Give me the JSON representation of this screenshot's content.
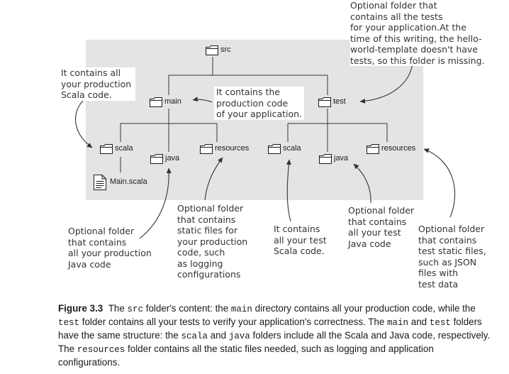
{
  "folders": {
    "src": "src",
    "main": "main",
    "test": "test",
    "main_scala": "scala",
    "main_java": "java",
    "main_resources": "resources",
    "test_scala": "scala",
    "test_java": "java",
    "test_resources": "resources"
  },
  "files": {
    "main_scala_file": "Main.scala"
  },
  "notes": {
    "top_right": [
      "Optional folder that",
      "contains all the tests",
      "for your application.At the",
      "time of this writing, the hello-",
      "world-template doesn't have",
      "tests, so this folder is missing."
    ],
    "top_left": [
      "It contains all",
      "your production",
      "Scala code."
    ],
    "center": [
      "It contains the",
      "production code",
      "of your application."
    ],
    "main_java": [
      "Optional folder",
      "that contains",
      "all your production",
      "Java code"
    ],
    "main_resources": [
      "Optional folder",
      "that contains",
      "static files for",
      "your production",
      "code, such",
      "as logging",
      "configurations"
    ],
    "test_scala": [
      "It contains",
      "all your test",
      "Scala code."
    ],
    "test_java": [
      "Optional folder",
      "that contains",
      "all your test",
      "Java code"
    ],
    "test_resources": [
      "Optional folder",
      "that contains",
      "test static files,",
      "such as JSON",
      "files with",
      "test data"
    ]
  },
  "caption": {
    "label": "Figure 3.3",
    "t1": "The ",
    "c1": "src",
    "t2": " folder's content: the ",
    "c2": "main",
    "t3": " directory contains all your production code, while the ",
    "c3": "test",
    "t4": " folder contains all your tests to verify your application's correctness. The ",
    "c4": "main",
    "t5": " and ",
    "c5": "test",
    "t6": " folders have the same structure: the ",
    "c6": "scala",
    "t7": " and ",
    "c7": "java",
    "t8": " folders include all the Scala and Java code, respectively. The ",
    "c8": "resources",
    "t9": " folder contains all the static files needed, such as logging and application configurations."
  },
  "colors": {
    "panel": "#e4e4e4",
    "line": "#333333",
    "text": "#333333",
    "folder_stroke": "#1a1a1a"
  },
  "icons": {
    "folder": "folder-icon",
    "file": "file-icon"
  }
}
